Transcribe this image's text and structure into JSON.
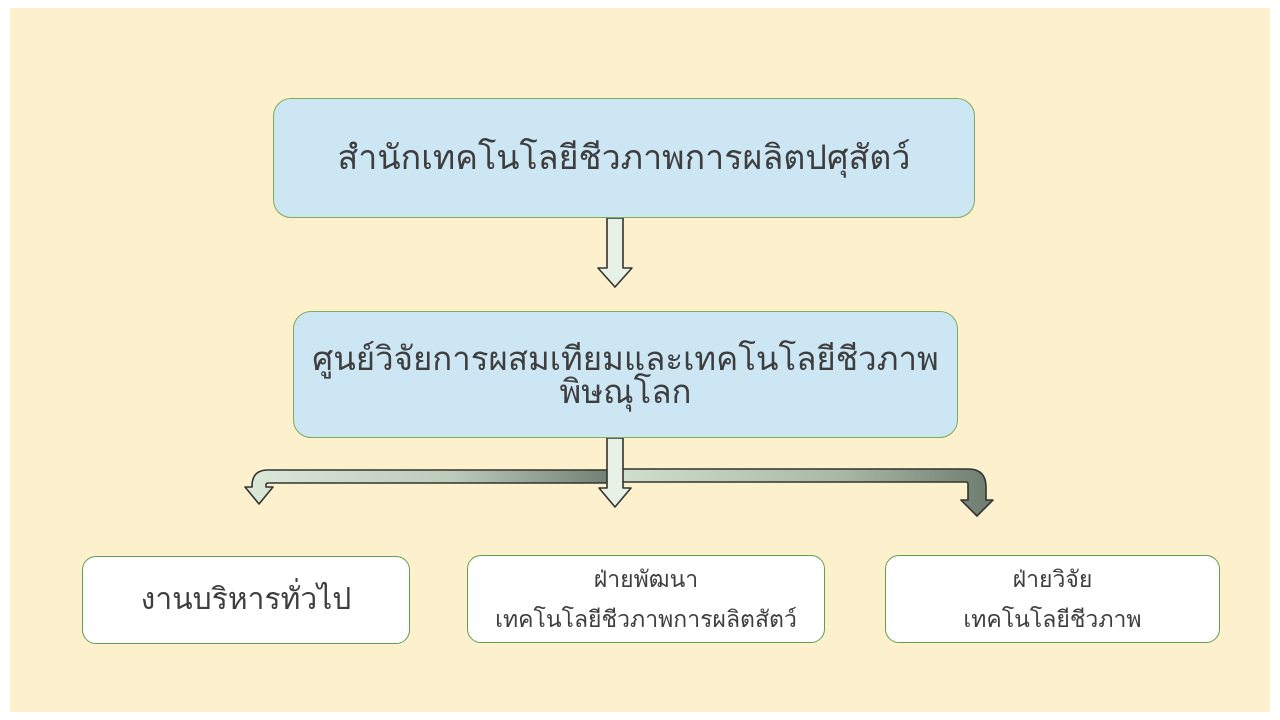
{
  "org_chart": {
    "root": {
      "label": "สำนักเทคโนโลยีชีวภาพการผลิตปศุสัตว์"
    },
    "center": {
      "label": "ศูนย์วิจัยการผสมเทียมและเทคโนโลยีชีวภาพพิษณุโลก"
    },
    "children": [
      {
        "line1": "งานบริหารทั่วไป"
      },
      {
        "line1": "ฝ่ายพัฒนา",
        "line2": "เทคโนโลยีชีวภาพการผลิตสัตว์"
      },
      {
        "line1": "ฝ่ายวิจัย",
        "line2": "เทคโนโลยีชีวภาพ"
      }
    ],
    "colors": {
      "slide_margin": "#FFFFFF",
      "background": "#FDF0CC",
      "primary_box_fill": "#CDE6F4",
      "primary_box_border": "#7FAB5A",
      "child_box_fill": "#FFFFFF",
      "child_box_border": "#5FA04E",
      "arrow_fill_light": "#E8F1E6",
      "arrow_gradient_light": "#DCE8D8",
      "arrow_gradient_dark": "#6E7C70",
      "arrow_outline": "#333333",
      "text": "#3E3E3E"
    }
  }
}
